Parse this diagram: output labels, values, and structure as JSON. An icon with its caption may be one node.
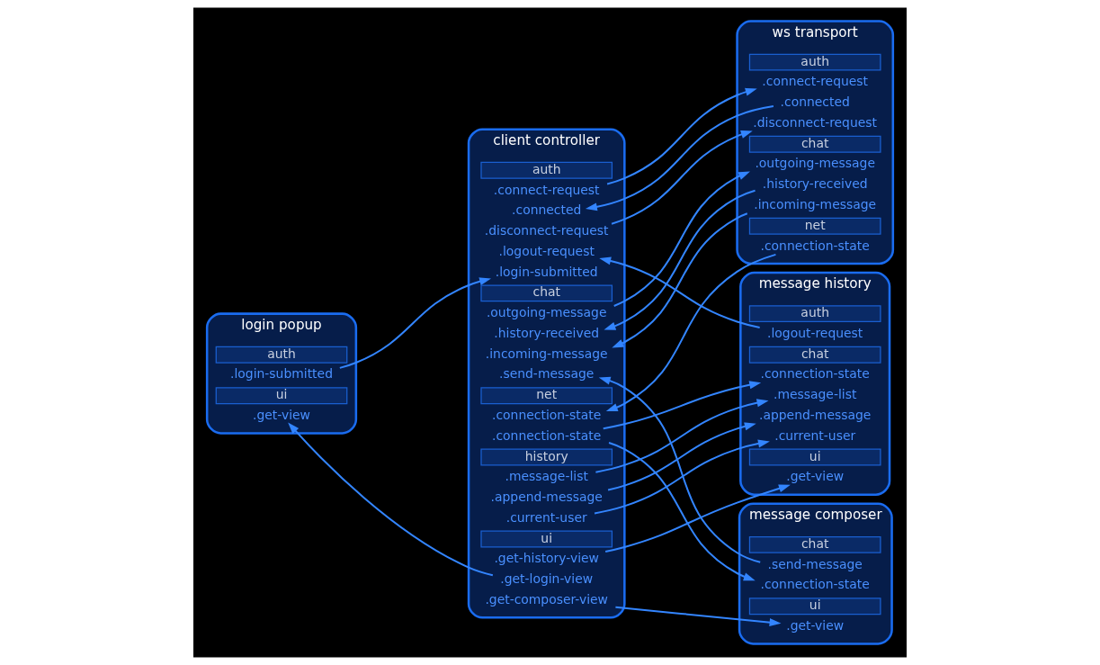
{
  "diagram": {
    "nodes": [
      {
        "text": [
          "ws transport"
        ]
      },
      {
        "text": [
          "auth"
        ],
        "in": 0
      },
      {
        "text": [
          ".connect-request"
        ],
        "in": 0
      },
      {
        "text": [
          ".connected"
        ],
        "in": 0
      },
      {
        "text": [
          ".disconnect-request"
        ],
        "in": 0
      },
      {
        "text": [
          "chat"
        ],
        "in": 0
      },
      {
        "text": [
          ".outgoing-message"
        ],
        "in": 0
      },
      {
        "text": [
          ".history-received"
        ],
        "in": 0
      },
      {
        "text": [
          ".incoming-message"
        ],
        "in": 0
      },
      {
        "text": [
          "net"
        ],
        "in": 0
      },
      {
        "text": [
          ".connection-state"
        ],
        "in": 0
      },
      {
        "text": [
          "client controller"
        ]
      },
      {
        "text": [
          "auth"
        ],
        "in": 11
      },
      {
        "text": [
          ".connect-request"
        ],
        "in": 11
      },
      {
        "text": [
          ".connected"
        ],
        "in": 11
      },
      {
        "text": [
          ".disconnect-request"
        ],
        "in": 11
      },
      {
        "text": [
          ".logout-request"
        ],
        "in": 11
      },
      {
        "text": [
          ".login-submitted"
        ],
        "in": 11
      },
      {
        "text": [
          "chat"
        ],
        "in": 11
      },
      {
        "text": [
          ".outgoing-message"
        ],
        "in": 11
      },
      {
        "text": [
          ".history-received"
        ],
        "in": 11
      },
      {
        "text": [
          ".incoming-message"
        ],
        "in": 11
      },
      {
        "text": [
          ".send-message"
        ],
        "in": 11
      },
      {
        "text": [
          "net"
        ],
        "in": 11
      },
      {
        "text": [
          ".connection-state"
        ],
        "in": 11
      },
      {
        "text": [
          ".connection-state"
        ],
        "in": 11
      },
      {
        "text": [
          "history"
        ],
        "in": 11
      },
      {
        "text": [
          ".message-list"
        ],
        "in": 11
      },
      {
        "text": [
          ".append-message"
        ],
        "in": 11
      },
      {
        "text": [
          ".current-user"
        ],
        "in": 11
      },
      {
        "text": [
          "ui"
        ],
        "in": 11
      },
      {
        "text": [
          ".get-history-view"
        ],
        "in": 11
      },
      {
        "text": [
          ".get-login-view"
        ],
        "in": 11
      },
      {
        "text": [
          ".get-composer-view"
        ],
        "in": 11
      },
      {
        "text": [
          "login popup"
        ]
      },
      {
        "text": [
          "auth"
        ],
        "in": 34
      },
      {
        "text": [
          ".login-submitted"
        ],
        "in": 34
      },
      {
        "text": [
          "ui"
        ],
        "in": 34
      },
      {
        "text": [
          ".get-view"
        ],
        "in": 34
      },
      {
        "text": [
          "message history"
        ]
      },
      {
        "text": [
          "auth"
        ],
        "in": 39
      },
      {
        "text": [
          ".logout-request"
        ],
        "in": 39
      },
      {
        "text": [
          "chat"
        ],
        "in": 39
      },
      {
        "text": [
          ".connection-state"
        ],
        "in": 39
      },
      {
        "text": [
          ".message-list"
        ],
        "in": 39
      },
      {
        "text": [
          ".append-message"
        ],
        "in": 39
      },
      {
        "text": [
          ".current-user"
        ],
        "in": 39
      },
      {
        "text": [
          "ui"
        ],
        "in": 39
      },
      {
        "text": [
          ".get-view"
        ],
        "in": 39
      },
      {
        "text": [
          "message composer"
        ]
      },
      {
        "text": [
          "chat"
        ],
        "in": 49
      },
      {
        "text": [
          ".send-message"
        ],
        "in": 49
      },
      {
        "text": [
          ".connection-state"
        ],
        "in": 49
      },
      {
        "text": [
          "ui"
        ],
        "in": 49
      },
      {
        "text": [
          ".get-view"
        ],
        "in": 49
      }
    ],
    "edges": [
      {
        "from": 13,
        "to": 2,
        "arrow": "to"
      },
      {
        "from": 3,
        "to": 14,
        "arrow": "to"
      },
      {
        "from": 15,
        "to": 4,
        "arrow": "to"
      },
      {
        "from": 19,
        "to": 6,
        "arrow": "to"
      },
      {
        "from": 7,
        "to": 20,
        "arrow": "to"
      },
      {
        "from": 8,
        "to": 21,
        "arrow": "to"
      },
      {
        "from": 10,
        "to": 24,
        "arrow": "to"
      },
      {
        "from": 41,
        "to": 16,
        "arrow": "to"
      },
      {
        "from": 25,
        "to": 43,
        "arrow": "to"
      },
      {
        "from": 25,
        "to": 52,
        "arrow": "to"
      },
      {
        "from": 27,
        "to": 44,
        "arrow": "to"
      },
      {
        "from": 28,
        "to": 45,
        "arrow": "to"
      },
      {
        "from": 29,
        "to": 46,
        "arrow": "to"
      },
      {
        "from": 31,
        "to": 48,
        "arrow": "to"
      },
      {
        "from": 36,
        "to": 17,
        "arrow": "to"
      },
      {
        "from": 32,
        "to": 38,
        "arrow": "to"
      },
      {
        "from": 51,
        "to": 22,
        "arrow": "to"
      },
      {
        "from": 33,
        "to": 54,
        "arrow": "to"
      }
    ]
  }
}
